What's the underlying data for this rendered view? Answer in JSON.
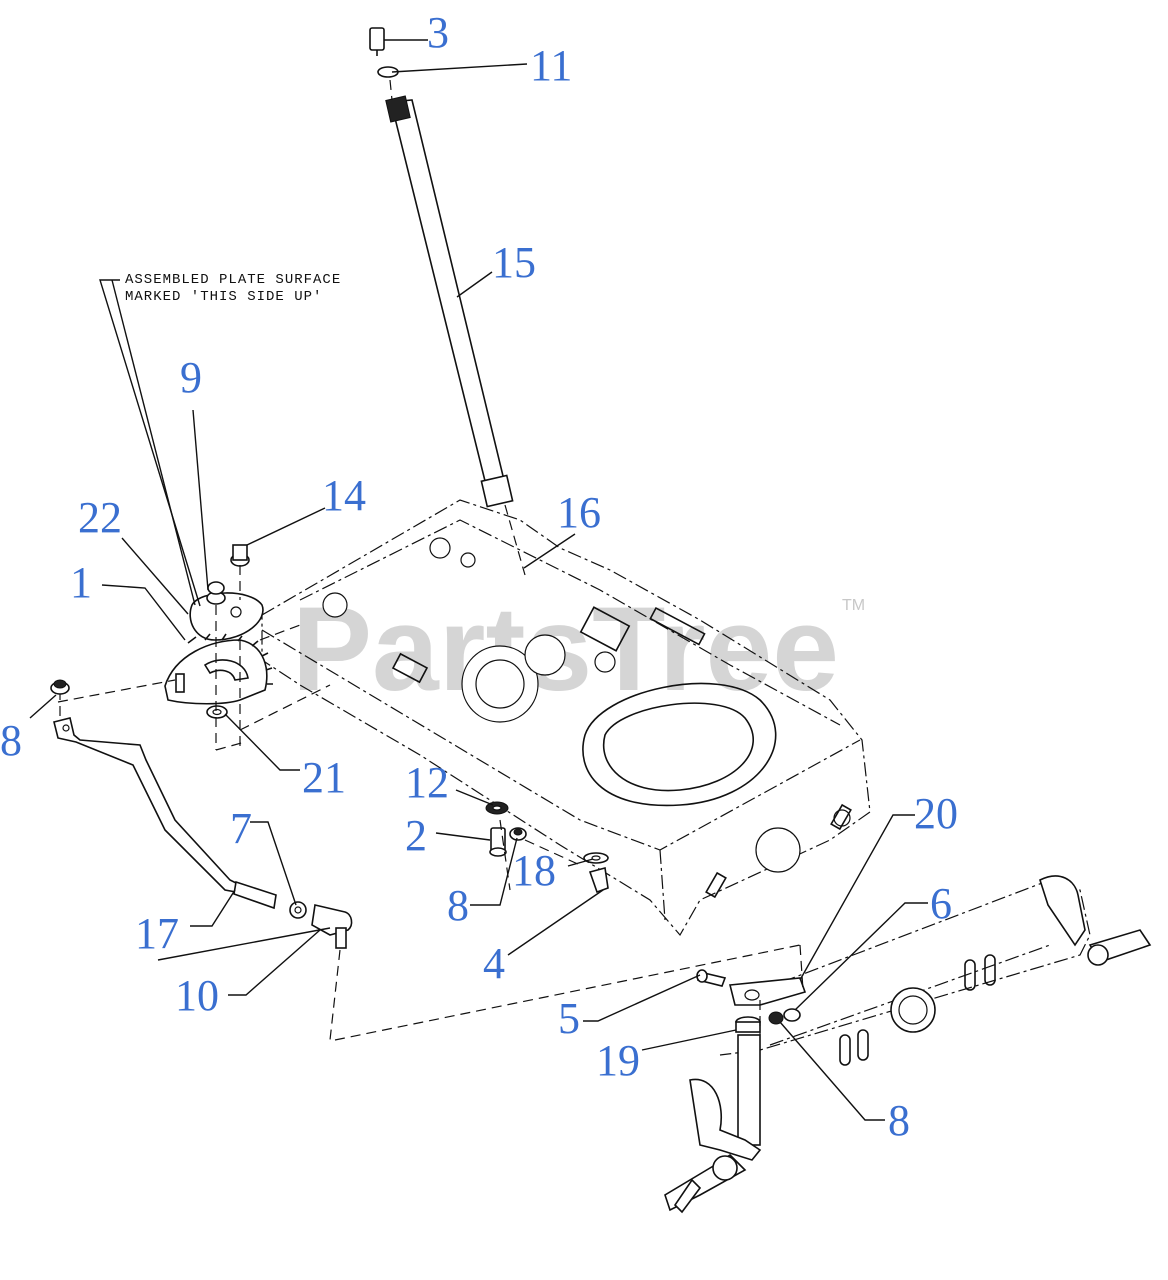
{
  "note": {
    "line1": "ASSEMBLED PLATE SURFACE",
    "line2": "MARKED 'THIS SIDE UP'"
  },
  "watermark": {
    "text": "PartsTree",
    "trademark": "TM"
  },
  "callouts": [
    {
      "id": "c3",
      "label": "3"
    },
    {
      "id": "c11",
      "label": "11"
    },
    {
      "id": "c15",
      "label": "15"
    },
    {
      "id": "c9",
      "label": "9"
    },
    {
      "id": "c14",
      "label": "14"
    },
    {
      "id": "c22",
      "label": "22"
    },
    {
      "id": "c16",
      "label": "16"
    },
    {
      "id": "c1",
      "label": "1"
    },
    {
      "id": "c8a",
      "label": "8"
    },
    {
      "id": "c21",
      "label": "21"
    },
    {
      "id": "c12",
      "label": "12"
    },
    {
      "id": "c2",
      "label": "2"
    },
    {
      "id": "c7",
      "label": "7"
    },
    {
      "id": "c18",
      "label": "18"
    },
    {
      "id": "c8b",
      "label": "8"
    },
    {
      "id": "c20",
      "label": "20"
    },
    {
      "id": "c17",
      "label": "17"
    },
    {
      "id": "c6",
      "label": "6"
    },
    {
      "id": "c4",
      "label": "4"
    },
    {
      "id": "c10",
      "label": "10"
    },
    {
      "id": "c5",
      "label": "5"
    },
    {
      "id": "c19",
      "label": "19"
    },
    {
      "id": "c8c",
      "label": "8"
    }
  ]
}
